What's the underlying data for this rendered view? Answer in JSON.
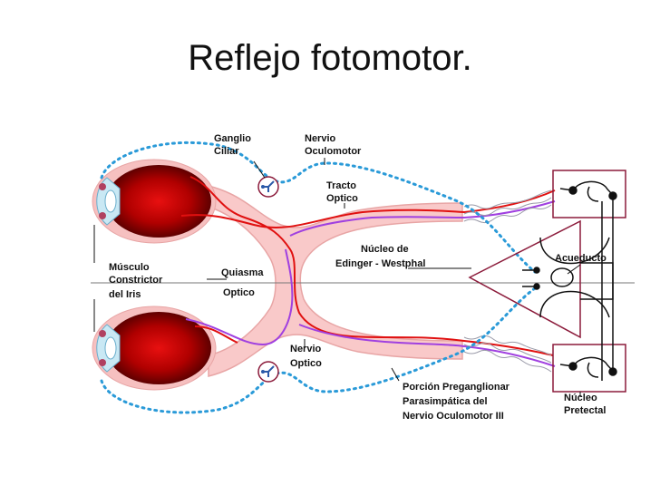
{
  "title": "Reflejo fotomotor.",
  "labels": {
    "ganglio_1": "Ganglio",
    "ganglio_2": "Ciliar",
    "nervio_ocm_1": "Nervio",
    "nervio_ocm_2": "Oculomotor",
    "tracto_1": "Tracto",
    "tracto_2": "Optico",
    "musculo_1": "Músculo",
    "musculo_2": "Constrictor",
    "musculo_3": "del Iris",
    "quiasma_1": "Quiasma",
    "quiasma_2": "Optico",
    "edinger_1": "Núcleo de",
    "edinger_2": "Edinger - Westphal",
    "acueducto": "Acueducto",
    "nervio_opt_1": "Nervio",
    "nervio_opt_2": "Optico",
    "porcion_1": "Porción Preganglionar",
    "porcion_2": "Parasimpática del",
    "porcion_3": "Nervio Oculomotor III",
    "pretectal_1": "Núcleo",
    "pretectal_2": "Pretectal"
  },
  "colors": {
    "optic_tract": "#f9c9c9",
    "optic_tract_edge": "#e8a5a5",
    "eye_dark": "#7a0000",
    "eye_red": "#e00000",
    "red_fiber": "#e01010",
    "purple_fiber": "#a040e0",
    "blue_dotted": "#2a9ad8",
    "nucleus_box": "#8b1a3a"
  }
}
